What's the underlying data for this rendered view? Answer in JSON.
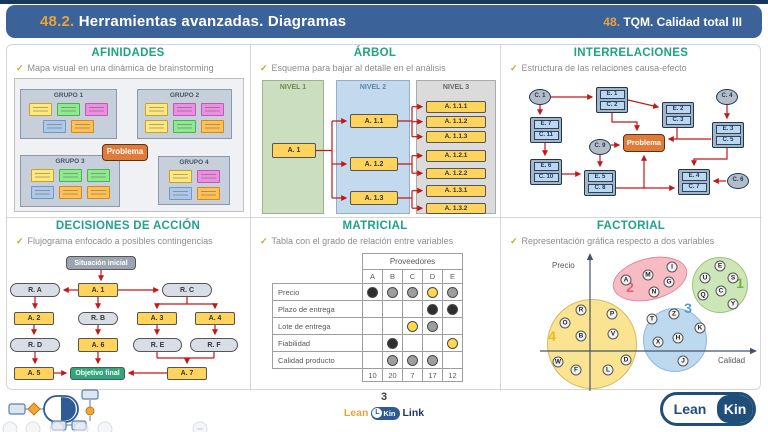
{
  "header": {
    "title_num": "48.2.",
    "title": "Herramientas avanzadas. Diagramas",
    "right_num": "48.",
    "right_title": "TQM. Calidad total III"
  },
  "colors": {
    "header_blue": "#3B6399",
    "navy": "#17375E",
    "accent_orange": "#E8A33D",
    "title_teal": "#21A287",
    "connector_red": "#C11818",
    "check_yellow": "#C3A821",
    "problem_orange": "#DF7B3B"
  },
  "panels": {
    "afinidades": {
      "title": "AFINIDADES",
      "subtitle": "Mapa visual en una dinámica de brainstorming",
      "problema": "Problema",
      "groups": [
        {
          "label": "GRUPO 1",
          "rows": [
            [
              "yellow",
              "green",
              "magenta"
            ],
            [
              "blue",
              "orange"
            ]
          ]
        },
        {
          "label": "GRUPO 2",
          "rows": [
            [
              "yellow",
              "magenta",
              "magenta"
            ],
            [
              "yellow",
              "green",
              "orange"
            ]
          ]
        },
        {
          "label": "GRUPO 3",
          "rows": [
            [
              "yellow",
              "green",
              "green"
            ],
            [
              "blue",
              "orange",
              "orange"
            ]
          ]
        },
        {
          "label": "GRUPO 4",
          "rows": [
            [
              "yellow",
              "magenta"
            ],
            [
              "blue",
              "orange"
            ]
          ]
        }
      ]
    },
    "arbol": {
      "title": "ÁRBOL",
      "subtitle": "Esquema para bajar al detalle en el análisis",
      "levels": [
        "NIVEL 1",
        "NIVEL 2",
        "NIVEL 3"
      ],
      "l1": [
        "A. 1"
      ],
      "l2": [
        "A. 1.1",
        "A. 1.2",
        "A. 1.3"
      ],
      "l3": [
        "A. 1.1.1",
        "A. 1.1.2",
        "A. 1.1.3",
        "A. 1.2.1",
        "A. 1.2.2",
        "A. 1.3.1",
        "A. 1.3.2"
      ]
    },
    "interrelaciones": {
      "title": "INTERRELACIONES",
      "subtitle": "Estructura de las relaciones causa-efecto",
      "problema": "Problema",
      "nodes": {
        "c1": "C. 1",
        "c4": "C. 4",
        "c6": "C. 6",
        "c9": "C. 9",
        "e1": [
          "E. 1",
          "C. 2"
        ],
        "e2": [
          "E. 2",
          "C. 3"
        ],
        "e3": [
          "E. 3",
          "C. 5"
        ],
        "e4": [
          "E. 4",
          "C. 7"
        ],
        "e5": [
          "E. 5",
          "C. 8"
        ],
        "e6": [
          "E. 6",
          "C. 10"
        ],
        "e7": [
          "E. 7",
          "C. 11"
        ]
      }
    },
    "decisiones": {
      "title": "DECISIONES DE ACCIÓN",
      "subtitle": "Flujograma enfocado a posibles contingencias",
      "nodes": {
        "start": "Situación inicial",
        "end": "Objetivo final",
        "a1": "A. 1",
        "a2": "A. 2",
        "a3": "A. 3",
        "a4": "A. 4",
        "a5": "A. 5",
        "a6": "A. 6",
        "a7": "A. 7",
        "ra": "R. A",
        "rb": "R. B",
        "rc": "R. C",
        "rd": "R. D",
        "re": "R. E",
        "rf": "R. F"
      }
    },
    "matricial": {
      "title": "MATRICIAL",
      "subtitle": "Tabla con el grado de relación entre variables",
      "col_group": "Proveedores",
      "cols": [
        "A",
        "B",
        "C",
        "D",
        "E"
      ],
      "rows": [
        "Precio",
        "Plazo de entrega",
        "Lote de entrega",
        "Fiabilidad",
        "Calidad producto"
      ],
      "dots": [
        [
          "black",
          "gray",
          "gray",
          "yellow",
          "gray"
        ],
        [
          "",
          "",
          "",
          "black",
          "black"
        ],
        [
          "",
          "",
          "yellow",
          "gray",
          ""
        ],
        [
          "",
          "black",
          "",
          "",
          "yellow"
        ],
        [
          "",
          "gray",
          "gray",
          "gray",
          ""
        ]
      ],
      "totals": [
        "10",
        "20",
        "7",
        "17",
        "12"
      ]
    },
    "factorial": {
      "title": "FACTORIAL",
      "subtitle": "Representación gráfica respecto a dos variables",
      "ylabel": "Precio",
      "xlabel": "Calidad",
      "clusters": {
        "g1": {
          "num": "1",
          "color": "#76B041",
          "points": [
            "E",
            "U",
            "S",
            "Q",
            "C",
            "Y"
          ]
        },
        "g2": {
          "num": "2",
          "color": "#E0607E",
          "points": [
            "A",
            "M",
            "I",
            "G",
            "N"
          ]
        },
        "g3": {
          "num": "3",
          "color": "#4D9FD6",
          "points": [
            "T",
            "Z",
            "K",
            "X",
            "H",
            "J"
          ]
        },
        "g4": {
          "num": "4",
          "color": "#EDB91F",
          "points": [
            "R",
            "P",
            "O",
            "B",
            "V",
            "W",
            "D",
            "F",
            "L"
          ]
        }
      }
    }
  },
  "footer": {
    "page": "3",
    "logo_center": {
      "lean": "Lean",
      "badge_l": "L",
      "badge_kin": "Kin",
      "link": "Link"
    },
    "logo_right": {
      "lean": "Lean",
      "kin": "Kin"
    }
  }
}
